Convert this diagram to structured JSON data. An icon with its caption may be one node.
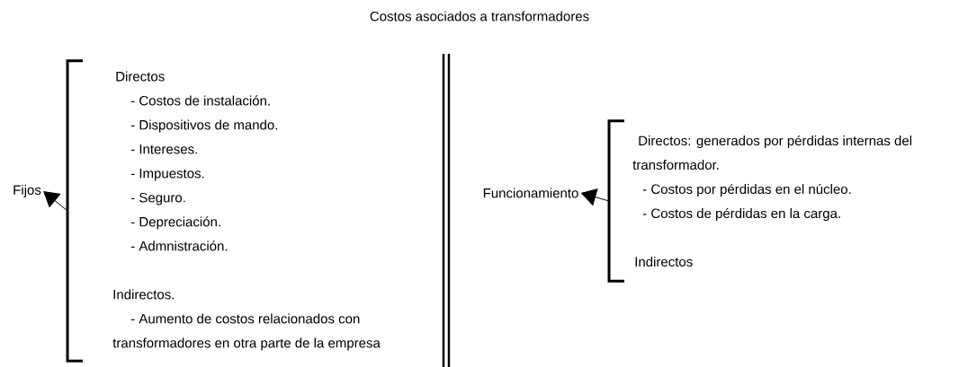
{
  "diagram": {
    "title": "Costos asociados a transformadores",
    "nodes": [
      {
        "text": [
          "Fijos"
        ]
      },
      {
        "text": [
          "Directos",
          "- Costos de instalación.",
          "- Dispositivos de mando.",
          "- Intereses.",
          "- Impuestos.",
          "- Seguro.",
          "- Depreciación.",
          "- Admnistración.",
          "Indirectos.",
          "- Aumento de costos relacionados con transformadores en otra parte de la empresa"
        ]
      },
      {
        "text": [
          "Funcionamiento"
        ]
      },
      {
        "text": [
          "Directos: generados por pérdidas internas del transformador.",
          "- Costos por pérdidas en el núcleo.",
          "- Costos de pérdidas en la carga.",
          "Indirectos"
        ]
      }
    ],
    "edges": [
      {
        "from": 1,
        "to": 0,
        "arrow": "to"
      },
      {
        "from": 3,
        "to": 2,
        "arrow": "to"
      }
    ]
  }
}
